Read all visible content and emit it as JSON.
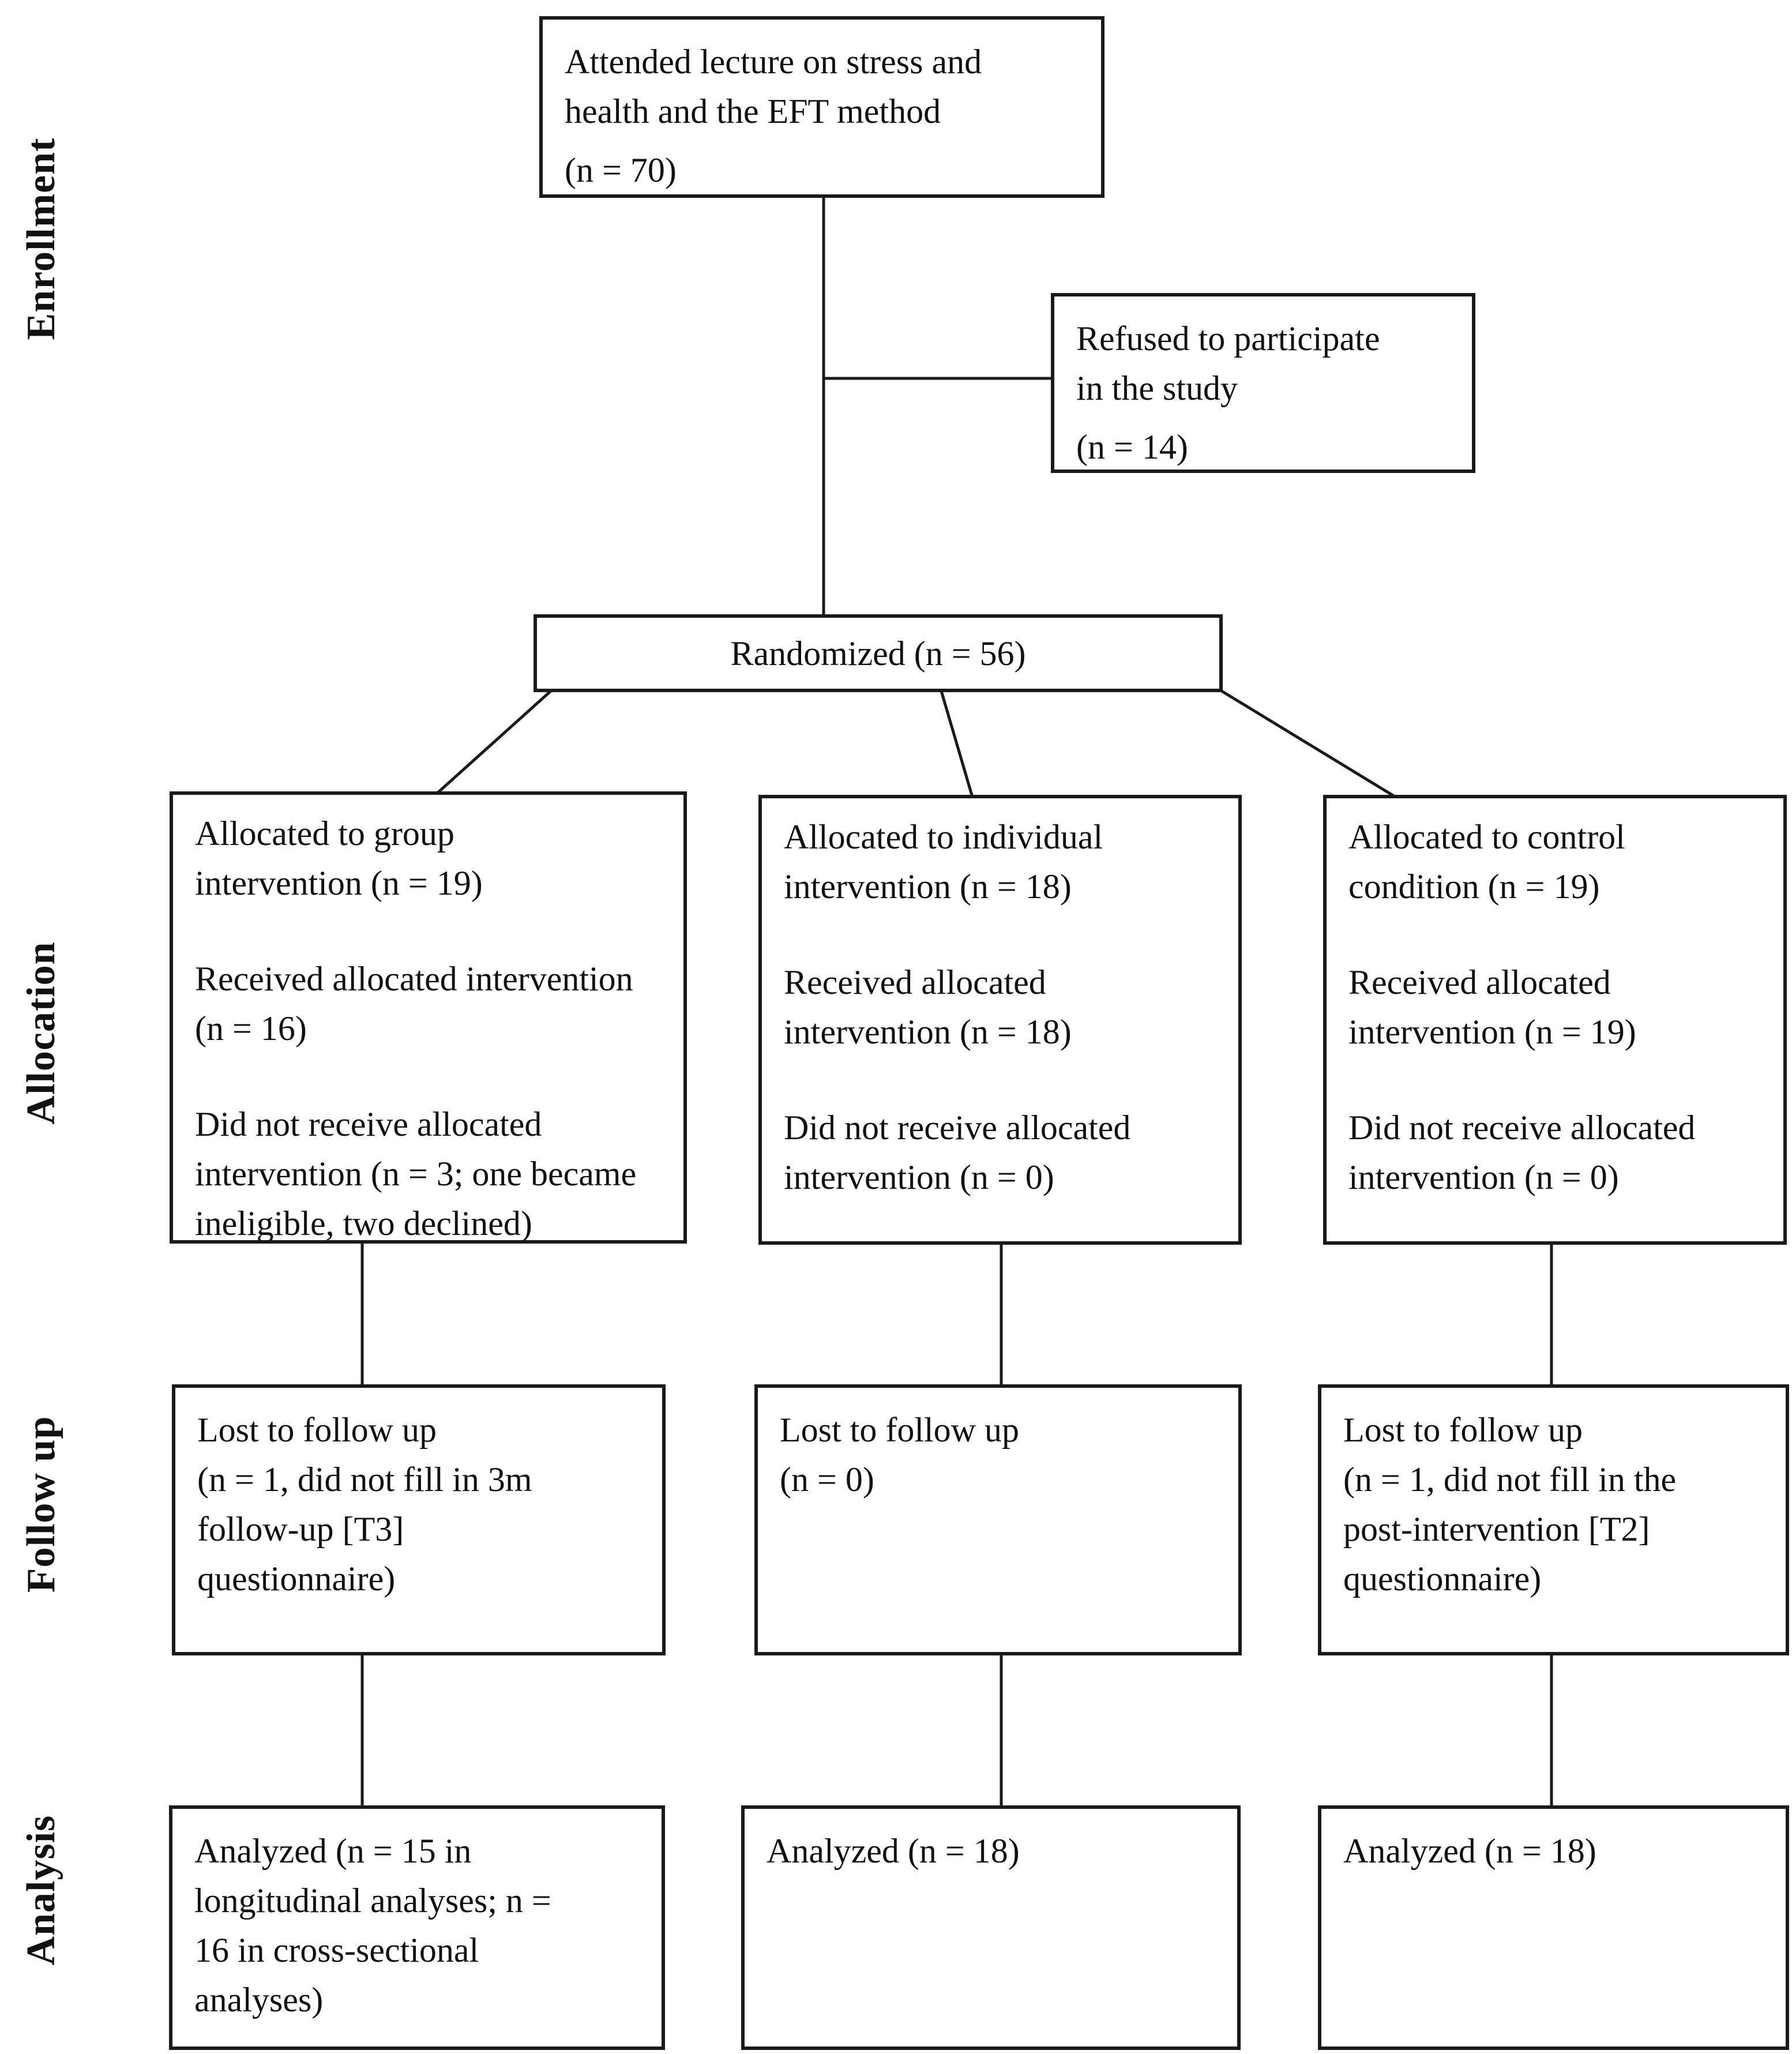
{
  "stage_labels": {
    "enrollment": "Enrollment",
    "allocation": "Allocation",
    "follow_up": "Follow up",
    "analysis": "Analysis"
  },
  "boxes": {
    "attended_lecture": {
      "lines": [
        "Attended lecture on stress and",
        "health and the EFT method",
        "(n = 70)"
      ]
    },
    "refused": {
      "lines": [
        "Refused to participate",
        "in the study",
        "(n = 14)"
      ]
    },
    "randomized": {
      "text": "Randomized (n = 56)"
    },
    "allocated_group": {
      "paragraphs": [
        [
          "Allocated to group",
          "intervention (n = 19)"
        ],
        [
          "Received allocated intervention",
          "(n = 16)"
        ],
        [
          "Did not receive allocated",
          "intervention (n = 3; one became",
          "ineligible, two declined)"
        ]
      ]
    },
    "allocated_individual": {
      "paragraphs": [
        [
          "Allocated to individual",
          "intervention (n = 18)"
        ],
        [
          "Received allocated",
          "intervention (n = 18)"
        ],
        [
          "Did not receive allocated",
          "intervention (n = 0)"
        ]
      ]
    },
    "allocated_control": {
      "paragraphs": [
        [
          "Allocated to control",
          "condition (n = 19)"
        ],
        [
          "Received allocated",
          "intervention (n = 19)"
        ],
        [
          "Did not receive allocated",
          "intervention (n = 0)"
        ]
      ]
    },
    "lost_group": {
      "lines": [
        "Lost to follow up",
        "(n = 1, did not fill in 3m",
        "follow-up [T3]",
        "questionnaire)"
      ]
    },
    "lost_individual": {
      "lines": [
        "Lost to follow up",
        "(n = 0)"
      ]
    },
    "lost_control": {
      "lines": [
        "Lost to follow up",
        "(n = 1, did not fill in the",
        "post-intervention [T2]",
        "questionnaire)"
      ]
    },
    "analyzed_group": {
      "lines": [
        "Analyzed (n = 15 in",
        "longitudinal analyses; n =",
        "16 in cross-sectional",
        "analyses)"
      ]
    },
    "analyzed_individual": {
      "lines": [
        "Analyzed (n = 18)"
      ]
    },
    "analyzed_control": {
      "lines": [
        "Analyzed (n = 18)"
      ]
    }
  },
  "colors": {
    "line": "#1a1a1a",
    "text": "#111111",
    "background": "#ffffff"
  }
}
